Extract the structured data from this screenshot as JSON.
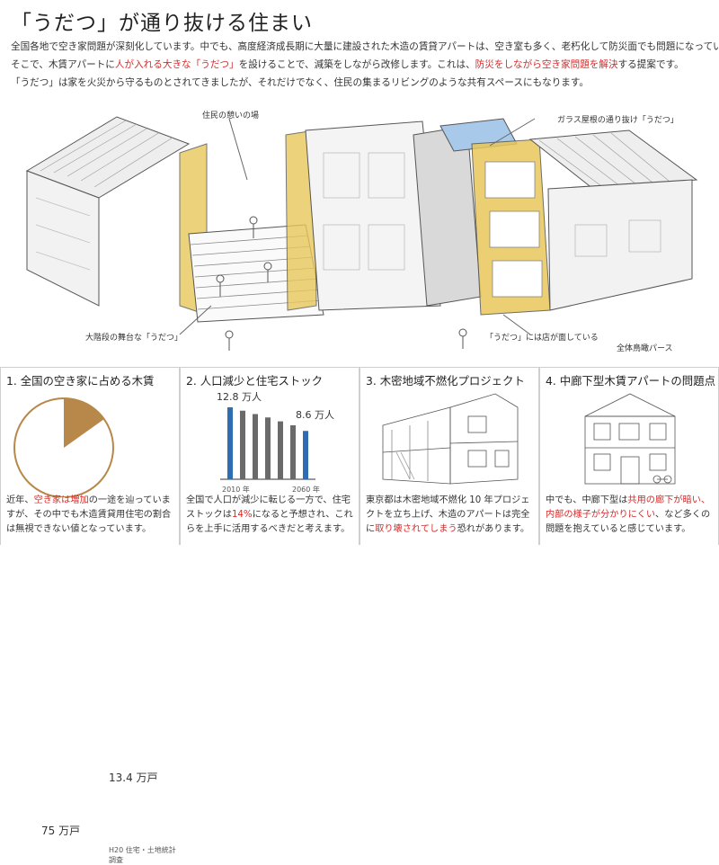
{
  "title": "「うだつ」が通り抜ける住まい",
  "intro": {
    "line1": "全国各地で空き家問題が深刻化しています。中でも、高度経済成長期に大量に建設された木造の賃貸アパートは、空き室も多く、老朽化して防災面でも問題になっています。",
    "line2_a": "そこで、木賃アパートに",
    "line2_b": "人が入れる大きな「うだつ」",
    "line2_c": "を設けることで、減築をしながら改修します。これは、",
    "line2_d": "防災をしながら空き家問題を解決",
    "line2_e": "する提案です。",
    "line3": "「うだつ」は家を火災から守るものとされてきましたが、それだけでなく、住民の集まるリビングのような共有スペースにもなります。"
  },
  "hero": {
    "callouts": {
      "residents": "住民の憩いの場",
      "glass_roof": "ガラス屋根の通り抜け「うだつ」",
      "stage": "大階段の舞台な「うだつ」",
      "shop": "「うだつ」には店が面している",
      "overview": "全体鳥瞰パース"
    }
  },
  "panels": [
    {
      "title": "1. 全国の空き家に占める木賃",
      "pie": {
        "label_small": "13.4 万戸",
        "label_large": "75 万戸",
        "value_small": 13.4,
        "value_large": 75,
        "color_small": "#b8884a",
        "color_large": "#ffffff"
      },
      "source": "H20 住宅・土地統計調査",
      "text_a": "近年、",
      "text_b": "空き家は増加",
      "text_c": "の一途を辿っていますが、その中でも木造賃貸用住宅の割合は無視できない値となっています。"
    },
    {
      "title": "2. 人口減少と住宅ストック",
      "chart_data": {
        "type": "bar",
        "categories": [
          "2010 年",
          "",
          "",
          "",
          "",
          "",
          "2060 年"
        ],
        "values": [
          12.8,
          12.2,
          11.6,
          11.0,
          10.3,
          9.6,
          8.6
        ],
        "highlight": [
          0,
          6
        ],
        "label_first": "12.8 万人",
        "label_last": "8.6 万人",
        "x_first": "2010 年",
        "x_last": "2060 年"
      },
      "text_a": "全国で人口が減少に転じる一方で、住宅ストックは",
      "text_b": "14%",
      "text_c": "になると予想され、これらを上手に活用するべきだと考えます。"
    },
    {
      "title": "3. 木密地域不燃化プロジェクト",
      "text_a": "東京都は木密地域不燃化 10 年プロジェクトを立ち上げ、木造のアパートは完全に",
      "text_b": "取り壊されてしまう",
      "text_c": "恐れがあります。"
    },
    {
      "title": "4. 中廊下型木賃アパートの問題点",
      "text_a": "中でも、中廊下型は",
      "text_b": "共用の廊下が暗い、内部の様子が分かりにくい",
      "text_c": "、など多くの問題を抱えていると感じています。"
    }
  ],
  "colors": {
    "accent_red": "#d62a2a",
    "wood_brown": "#b8884a",
    "bar_blue": "#2f6db3",
    "bar_gray": "#6a6a6a",
    "yellow": "#e8c75a"
  }
}
